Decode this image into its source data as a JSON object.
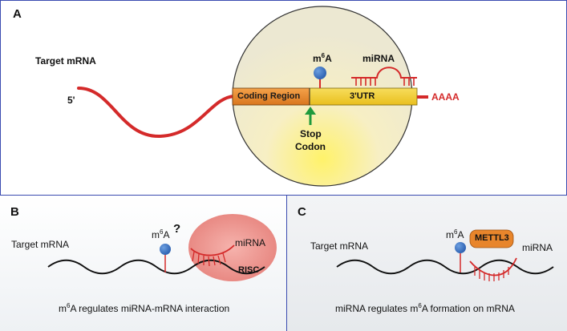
{
  "panel_a": {
    "label": "A",
    "target_mrna": "Target mRNA",
    "five_prime": "5'",
    "m6a_base": "m",
    "m6a_sup": "6",
    "m6a_rest": "A",
    "mirna": "miRNA",
    "coding_region": "Coding Region",
    "utr": "3'UTR",
    "polya": "AAAA",
    "stop_line1": "Stop",
    "stop_line2": "Codon"
  },
  "panel_b": {
    "label": "B",
    "target_mrna": "Target mRNA",
    "m6a_base": "m",
    "m6a_sup": "6",
    "m6a_rest": "A",
    "question": "?",
    "mirna": "miRNA",
    "risc": "RISC",
    "caption_base": "m",
    "caption_sup": "6",
    "caption_rest": "A regulates miRNA-mRNA interaction"
  },
  "panel_c": {
    "label": "C",
    "target_mrna": "Target mRNA",
    "m6a_base": "m",
    "m6a_sup": "6",
    "m6a_rest": "A",
    "mettl3": "METTL3",
    "mirna": "miRNA",
    "caption_pre": "miRNA regulates m",
    "caption_sup": "6",
    "caption_rest": "A formation on mRNA"
  },
  "colors": {
    "mrna_red": "#d42a2a",
    "border_blue": "#3a4bb0",
    "m6a_blue": "#3b73c2",
    "coding_orange": "#e8852b",
    "utr_yellow": "#f3cf3a",
    "stop_arrow_green": "#1f9a3c",
    "risc_pink": "#e88a86",
    "mettl3_orange": "#e8852b"
  }
}
